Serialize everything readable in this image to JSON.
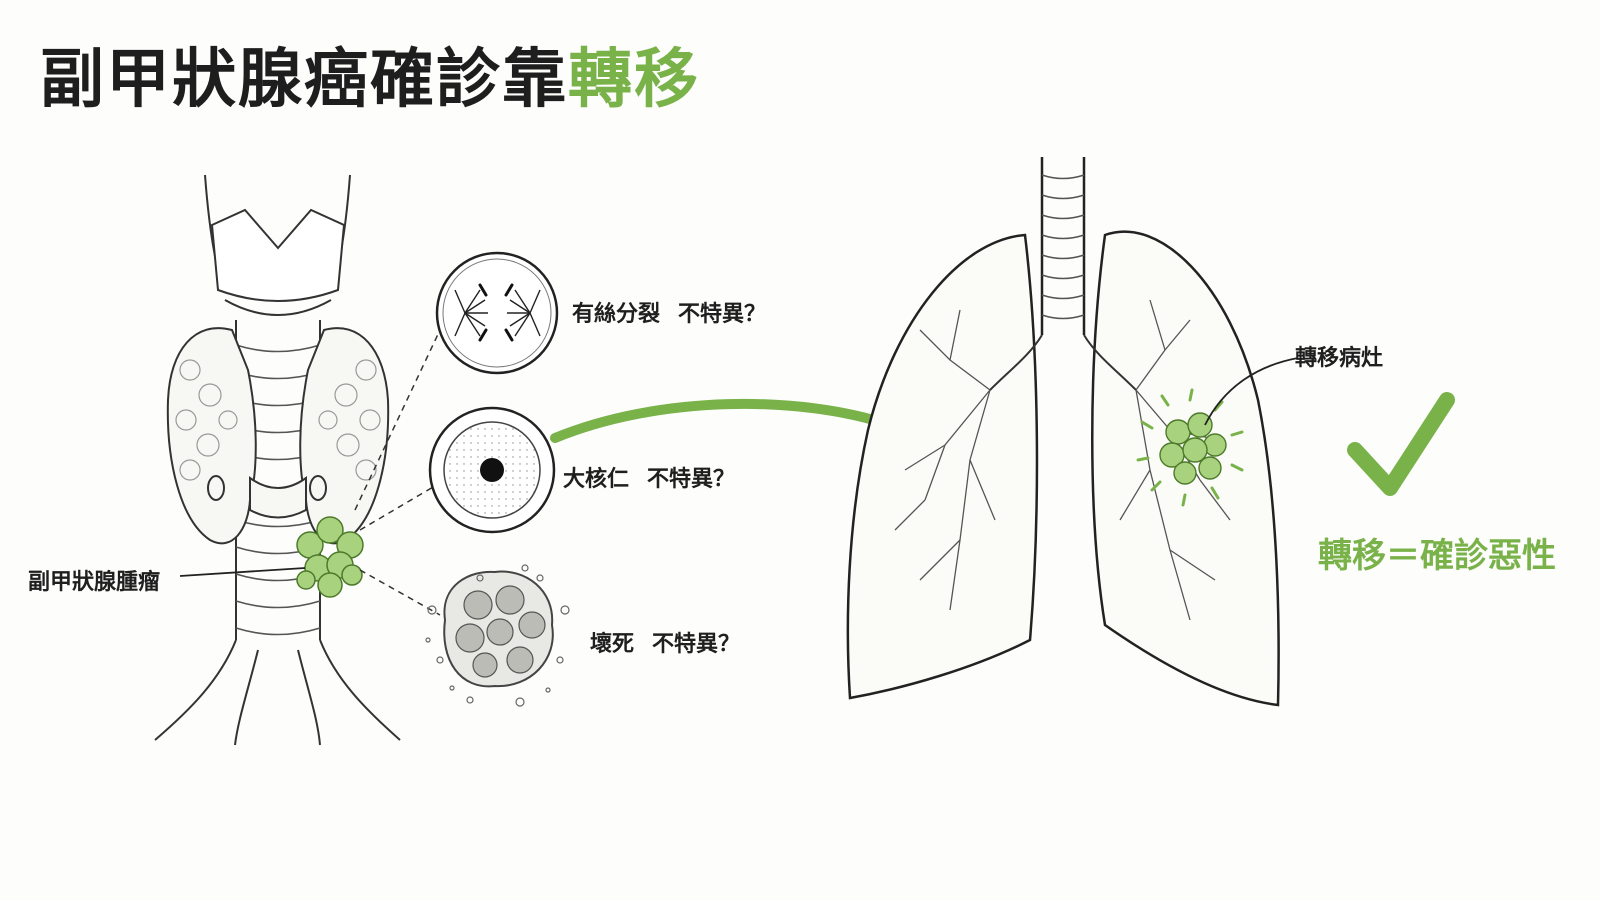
{
  "title": {
    "main": "副甲狀腺癌確診靠",
    "highlight": "轉移"
  },
  "labels": {
    "tumor": "副甲狀腺腫瘤",
    "mitosis": "有絲分裂",
    "nucleolus": "大核仁",
    "necrosis": "壞死",
    "nonspecific": "不特異？",
    "metastasis_focus": "轉移病灶",
    "conclusion": "轉移＝確診惡性"
  },
  "colors": {
    "accent": "#7ab24a",
    "ink": "#1f1f1f",
    "lung_fill": "#fbfcf8"
  },
  "icons": {
    "check": "checkmark-icon",
    "arrow": "curved-arrow"
  }
}
